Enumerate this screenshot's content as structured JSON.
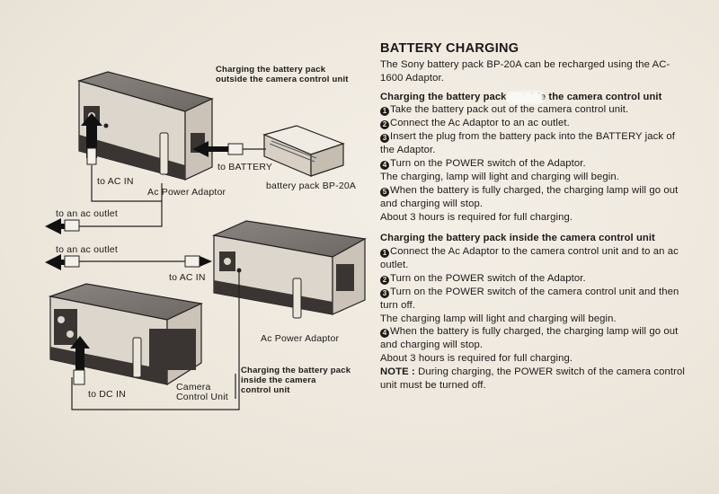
{
  "diagram": {
    "labels": {
      "outside_caption_1": "Charging the battery pack",
      "outside_caption_2": "outside the camera control unit",
      "to_battery": "to BATTERY",
      "to_ac_in_top": "to AC IN",
      "ac_power_adaptor_top": "Ac Power Adaptor",
      "battery_pack": "battery pack BP-20A",
      "to_outlet_1": "to an ac outlet",
      "to_outlet_2": "to an ac outlet",
      "to_ac_in_mid": "to AC IN",
      "ac_power_adaptor_bottom": "Ac Power Adaptor",
      "inside_caption_1": "Charging the battery pack",
      "inside_caption_2": "inside the camera",
      "inside_caption_3": "control unit",
      "camera_1": "Camera",
      "camera_2": "Control Unit",
      "to_dc_in": "to DC IN"
    }
  },
  "text": {
    "title": "BATTERY CHARGING",
    "intro": "The Sony battery pack BP-20A can be recharged using the AC-1600 Adaptor.",
    "outside": {
      "heading": "Charging the battery pack outside the camera control unit",
      "steps": [
        {
          "n": "1",
          "text": "Take the battery pack out of the camera control unit."
        },
        {
          "n": "2",
          "text": "Connect the Ac Adaptor to an ac outlet."
        },
        {
          "n": "3",
          "text": "Insert the plug from the battery pack into the BATTERY jack of the Adaptor."
        },
        {
          "n": "4",
          "text": "Turn on the POWER switch of the Adaptor."
        }
      ],
      "lamp_note": "The charging, lamp will light and charging will begin.",
      "step5": {
        "n": "5",
        "text": "When the battery is fully charged, the charging lamp will go out and charging will stop."
      },
      "hours": "About 3 hours is required for full charging."
    },
    "inside": {
      "heading": "Charging the battery pack inside the camera control unit",
      "step1": {
        "n": "1",
        "text": "Connect the Ac Adaptor to the camera control unit and to an ac outlet."
      },
      "step2": {
        "n": "2",
        "text": "Turn on the POWER switch of the Adaptor."
      },
      "step3": {
        "n": "3",
        "text": "Turn on the POWER switch of the camera control unit and then turn off."
      },
      "lamp_note": "The charging lamp will light  and charging will begin.",
      "step4": {
        "n": "4",
        "text": "When the battery is fully charged, the charging lamp will go out and charging will stop."
      },
      "hours": "About 3 hours is required for full charging.",
      "note_label": "NOTE :",
      "note_text": " During charging, the POWER switch of the camera control unit must be turned off."
    }
  }
}
